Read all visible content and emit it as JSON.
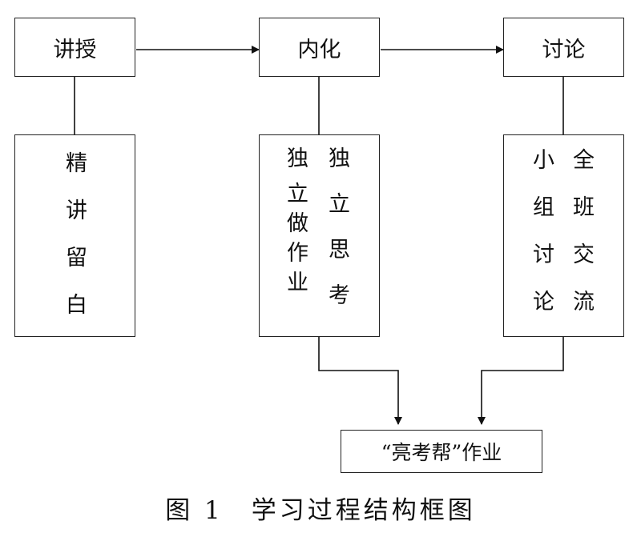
{
  "nodes": {
    "lecture": "讲授",
    "internalize": "内化",
    "discuss": "讨论",
    "result": "“亮考帮”作业"
  },
  "sub_nodes": {
    "lecture": [
      [
        "精",
        "讲",
        "留",
        "白"
      ]
    ],
    "internalize": [
      [
        "独",
        "立",
        "做",
        "作",
        "业"
      ],
      [
        "独",
        "立",
        "思",
        "考"
      ]
    ],
    "discuss": [
      [
        "小",
        "组",
        "讨",
        "论"
      ],
      [
        "全",
        "班",
        "交",
        "流"
      ]
    ]
  },
  "caption": "图 1　学习过程结构框图"
}
